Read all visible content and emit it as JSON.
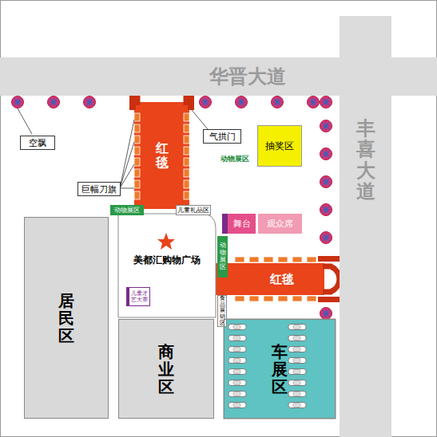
{
  "diagram": {
    "nodes": [
      {
        "text": [
          "华晋大道"
        ]
      },
      {
        "text": [
          "丰喜大道"
        ]
      },
      {
        "text": [
          "空飘"
        ]
      },
      {
        "text": [
          "气拱门"
        ]
      },
      {
        "text": [
          "巨幅刀旗"
        ]
      },
      {
        "text": [
          "红毯"
        ]
      },
      {
        "text": [
          "抽奖区"
        ]
      },
      {
        "text": [
          "动物展区"
        ]
      },
      {
        "text": [
          "动物展区"
        ]
      },
      {
        "text": [
          "儿童礼品区"
        ]
      },
      {
        "text": [
          "舞台"
        ]
      },
      {
        "text": [
          "观众席"
        ]
      },
      {
        "text": [
          "美都汇购物广场"
        ]
      },
      {
        "text": [
          "儿童才艺大赛"
        ],
        "in": 12
      },
      {
        "text": [
          "动物展区"
        ]
      },
      {
        "text": [
          "红毯"
        ]
      },
      {
        "text": [
          "食品展销区"
        ]
      },
      {
        "text": [
          "居民区"
        ]
      },
      {
        "text": [
          "商业区"
        ]
      },
      {
        "text": [
          "车展区"
        ]
      }
    ]
  }
}
